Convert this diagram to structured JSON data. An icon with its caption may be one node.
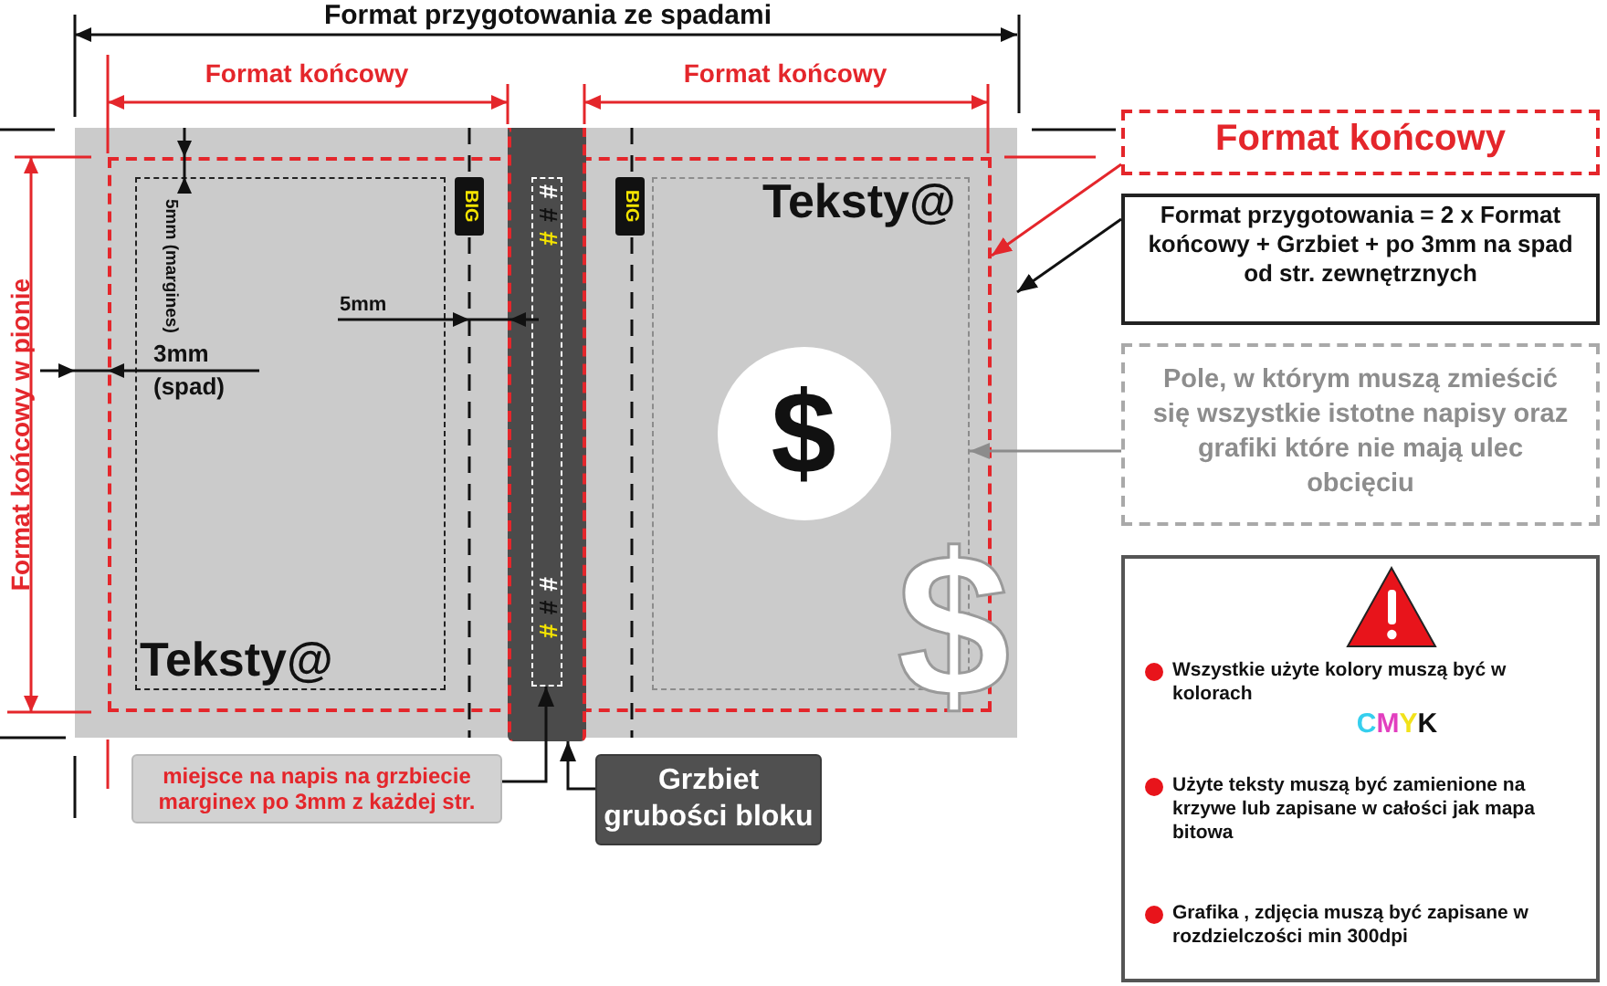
{
  "diagram": {
    "nodes": [
      {
        "text": [],
        "shape": "box"
      },
      {
        "text": [],
        "shape": "box",
        "in": 0
      },
      {
        "text": [
          "Teksty@"
        ],
        "in": 1
      },
      {
        "text": [
          "BIG"
        ],
        "in": 1
      },
      {
        "text": [],
        "shape": "bar",
        "in": 0
      },
      {
        "text": [
          "###",
          "###"
        ],
        "in": 4
      },
      {
        "text": [
          "BIG"
        ],
        "in": 1
      },
      {
        "text": [
          "Teksty@"
        ],
        "in": 1
      },
      {
        "text": [
          "$"
        ],
        "in": 7
      },
      {
        "text": [
          "Format końcowy"
        ]
      },
      {
        "text": [
          "Format przygotowania = 2 x Format końcowy + Grzbiet + po 3mm na spad od str. zewnętrznych"
        ]
      },
      {
        "text": [
          "Pole, w którym muszą zmieścić się wszystkie istotne napisy oraz grafiki które nie mają ulec obcięciu"
        ]
      },
      {
        "text": [
          "Wszystkie użyte kolory muszą być w kolorach",
          "CMYK",
          "Użyte teksty muszą być zamienione na **krzywe** lub zapisane w całości jak mapa bitowa",
          "Grafika , zdjęcia muszą być zapisane w rozdzielczości min **300dpi**"
        ]
      },
      {
        "text": [
          "miejsce na napis na grzbiecie marginex po 3mm z każdej str."
        ]
      },
      {
        "text": [
          "Grzbiet grubości bloku"
        ]
      }
    ],
    "edges": [
      {
        "from": 9,
        "to": 1,
        "arrow": "to",
        "color": "#e4262b"
      },
      {
        "from": 10,
        "to": 0,
        "arrow": "to"
      },
      {
        "from": 11,
        "to": 7,
        "arrow": "to",
        "color": "#8c8c8c"
      },
      {
        "from": 13,
        "to": 5,
        "arrow": "to"
      },
      {
        "from": 14,
        "to": 4,
        "arrow": "to"
      }
    ],
    "labels": [
      "Format przygotowania ze spadami",
      "Format końcowy",
      "Format końcowy",
      "Format końcowy w pionie",
      "5mm (margines)",
      "5mm",
      "3mm (spad)",
      "$"
    ]
  }
}
